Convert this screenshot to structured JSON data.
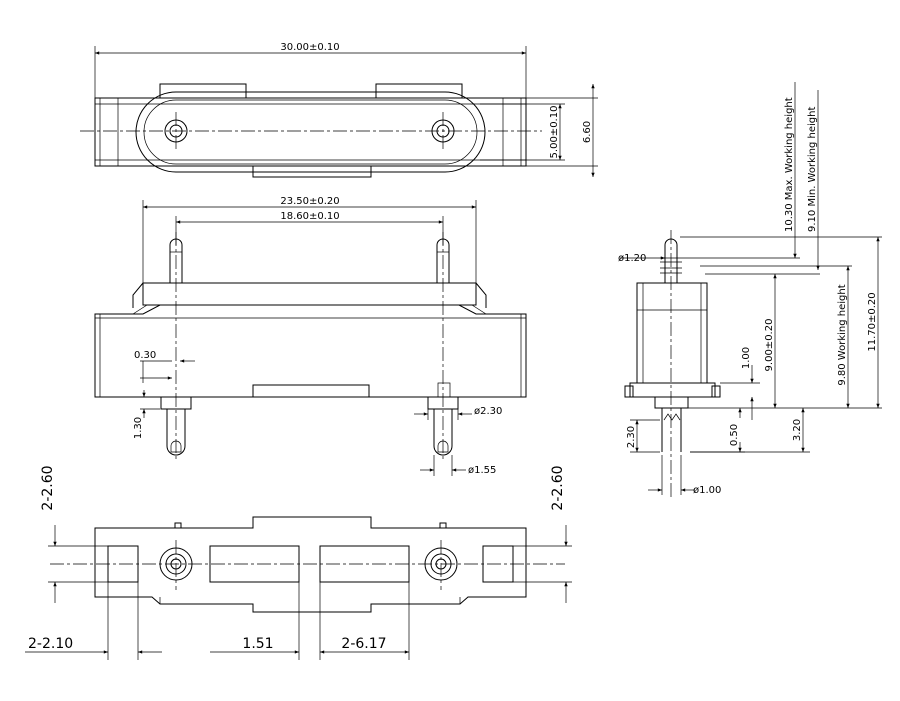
{
  "top_view": {
    "overall_length": "30.00±0.10",
    "width_inner": "5.00±0.10",
    "width_outer": "6.60"
  },
  "front_view": {
    "body_length": "23.50±0.20",
    "pin_pitch": "18.60±0.10",
    "offset": "0.30",
    "pin_stub": "1.30",
    "boss_dia": "ø2.30",
    "pin_dia": "ø1.55"
  },
  "side_view": {
    "tip_dia": "ø1.20",
    "max_working_height": "10.30 Max. Working height",
    "min_working_height": "9.10 Min. Working height",
    "working_height": "9.80 Working height",
    "total_height": "11.70±0.20",
    "body_height": "9.00±0.20",
    "step_height": "1.00",
    "tail_length": "2.30",
    "tail_offset": "0.50",
    "tail_stub": "3.20",
    "tail_dia": "ø1.00"
  },
  "footprint": {
    "left_pad_size": "2-2.60",
    "right_pad_size": "2-2.60",
    "pad_width": "2-2.10",
    "gap": "1.51",
    "slot_length": "2-6.17"
  }
}
